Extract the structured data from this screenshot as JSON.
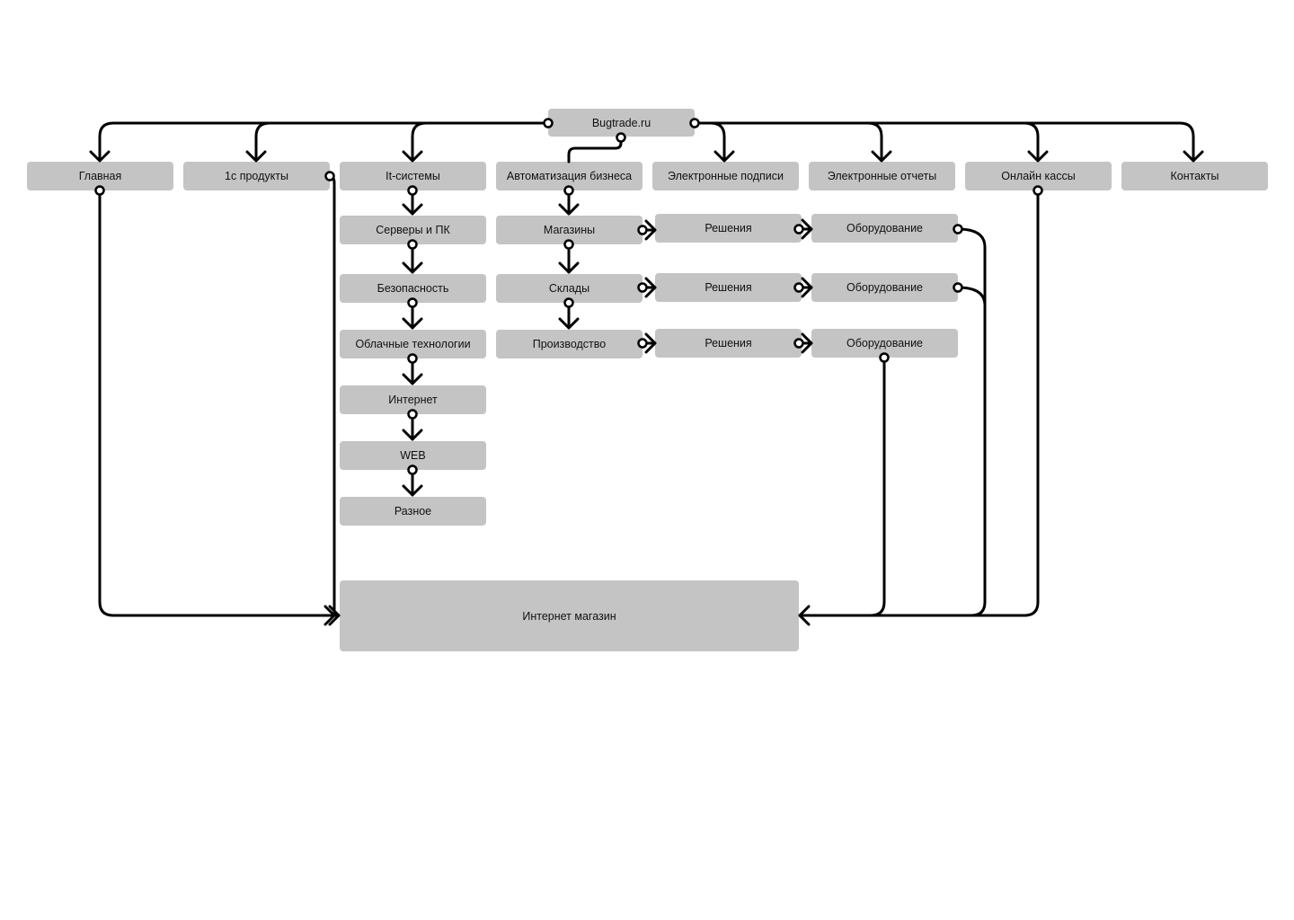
{
  "nodes": {
    "root": "Bugtrade.ru",
    "glavnaya": "Главная",
    "products_1c": "1с продукты",
    "it_systems": "It-системы",
    "automation": "Автоматизация бизнеса",
    "e_signatures": "Электронные подписи",
    "e_reports": "Электронные отчеты",
    "online_kassy": "Онлайн кассы",
    "contacts": "Контакты",
    "servers_pc": "Серверы и ПК",
    "security": "Безопасность",
    "cloud": "Облачные технологии",
    "internet": "Интернет",
    "web": "WEB",
    "misc": "Разное",
    "shops": "Магазины",
    "warehouses": "Склады",
    "production": "Производство",
    "solutions_1": "Решения",
    "solutions_2": "Решения",
    "solutions_3": "Решения",
    "equipment_1": "Оборудование",
    "equipment_2": "Оборудование",
    "equipment_3": "Оборудование",
    "internet_shop": "Интернет магазин"
  },
  "colors": {
    "node_fill": "#c4c4c4",
    "line": "#000000",
    "background": "#ffffff"
  }
}
